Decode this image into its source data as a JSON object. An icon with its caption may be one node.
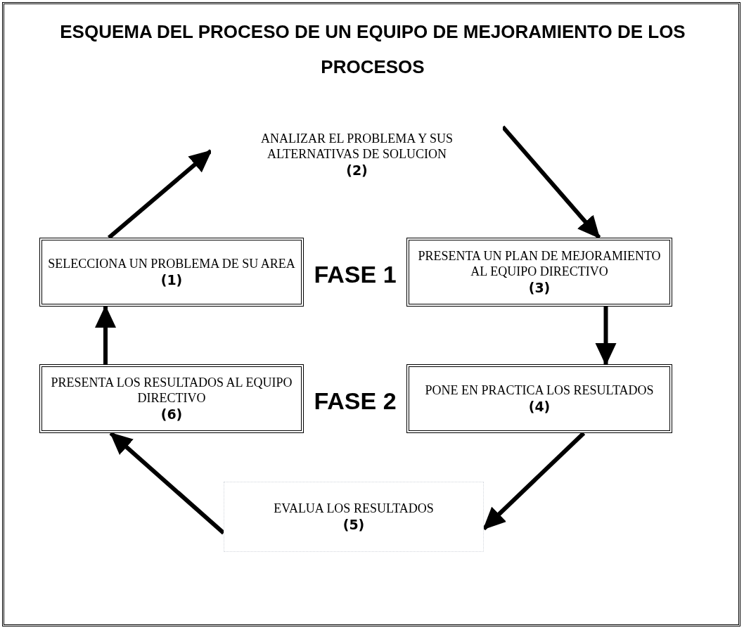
{
  "diagram": {
    "title": "ESQUEMA DEL PROCESO DE UN EQUIPO DE MEJORAMIENTO DE LOS PROCESOS",
    "nodes": [
      {
        "text": [
          "SELECCIONA UN PROBLEMA DE SU AREA",
          "(1)"
        ]
      },
      {
        "text": [
          "ANALIZAR EL PROBLEMA Y SUS ALTERNATIVAS DE SOLUCION",
          "(2)"
        ]
      },
      {
        "text": [
          "PRESENTA UN PLAN DE MEJORAMIENTO AL EQUIPO DIRECTIVO",
          "(3)"
        ]
      },
      {
        "text": [
          "PONE EN PRACTICA LOS RESULTADOS",
          "(4)"
        ]
      },
      {
        "text": [
          "EVALUA LOS RESULTADOS",
          "(5)"
        ]
      },
      {
        "text": [
          "PRESENTA LOS RESULTADOS AL EQUIPO DIRECTIVO",
          "(6)"
        ]
      }
    ],
    "edges": [
      {
        "from": 0,
        "to": 1,
        "arrow": "to"
      },
      {
        "from": 1,
        "to": 2,
        "arrow": "to"
      },
      {
        "from": 2,
        "to": 3,
        "arrow": "to"
      },
      {
        "from": 3,
        "to": 4,
        "arrow": "to"
      },
      {
        "from": 4,
        "to": 5,
        "arrow": "to"
      },
      {
        "from": 5,
        "to": 0,
        "arrow": "to"
      }
    ],
    "labels": [
      "FASE 1",
      "FASE 2"
    ]
  }
}
